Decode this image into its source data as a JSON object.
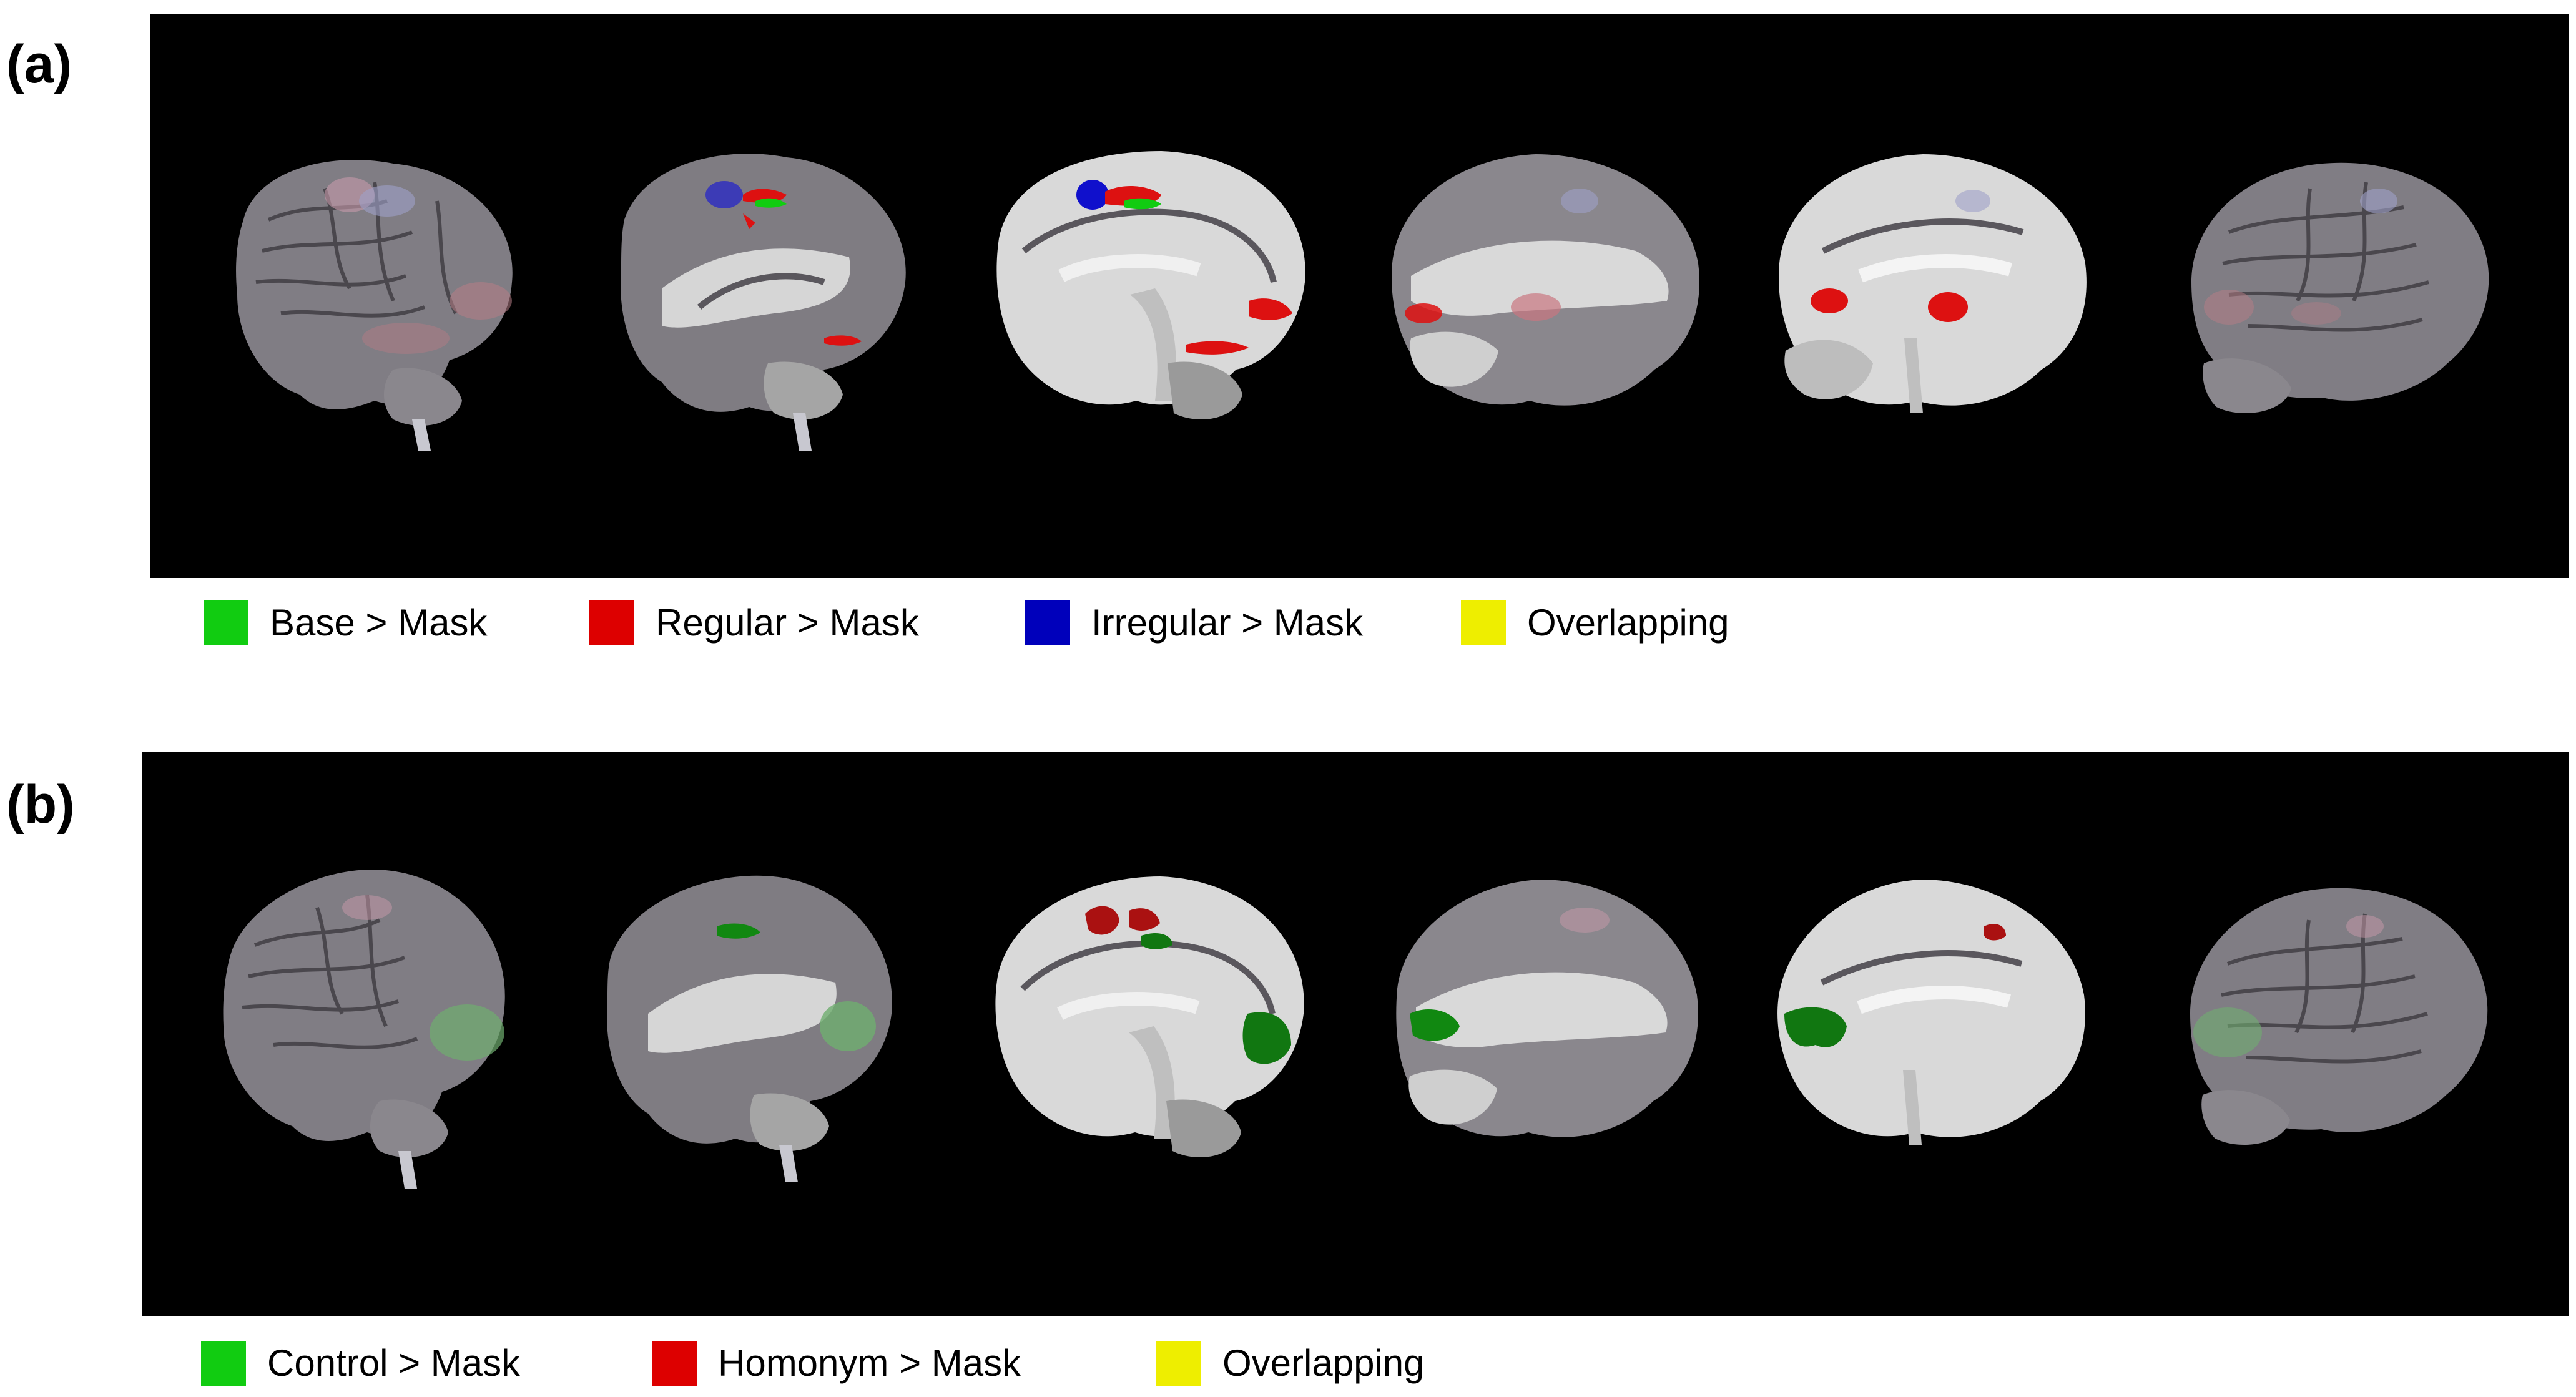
{
  "panel_a": {
    "label": "(a)",
    "legend": [
      {
        "label": "Base > Mask",
        "color": "#11cc11"
      },
      {
        "label": "Regular > Mask",
        "color": "#dd0000"
      },
      {
        "label": "Irregular > Mask",
        "color": "#0000bb"
      },
      {
        "label": "Overlapping",
        "color": "#eeee00"
      }
    ]
  },
  "panel_b": {
    "label": "(b)",
    "legend": [
      {
        "label": "Control > Mask",
        "color": "#11cc11"
      },
      {
        "label": "Homonym > Mask",
        "color": "#dd0000"
      },
      {
        "label": "Overlapping",
        "color": "#eeee00"
      }
    ]
  },
  "colors": {
    "background": "#000000",
    "brain_surface": "#7d7a80",
    "brain_slice": "#d9d9d9"
  }
}
